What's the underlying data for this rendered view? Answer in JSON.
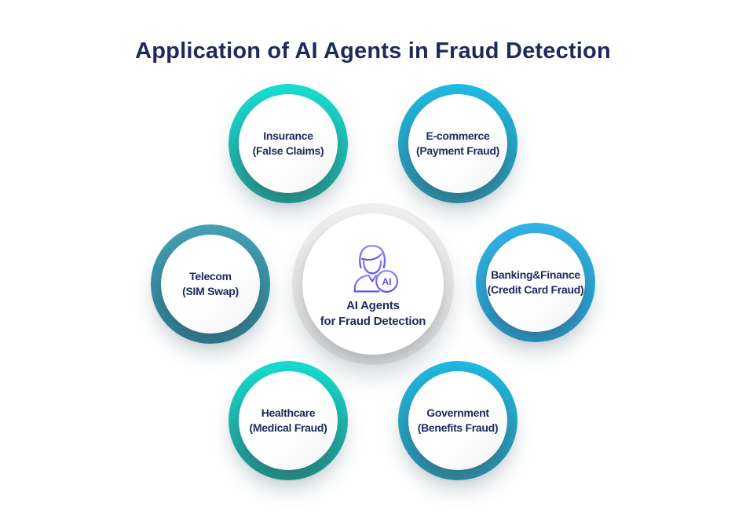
{
  "title": "Application of AI Agents in Fraud Detection",
  "center": {
    "icon": "ai-agent-person-icon",
    "badge_label": "AI",
    "label_line1": "AI Agents",
    "label_line2": "for Fraud Detection"
  },
  "nodes": [
    {
      "id": "insurance",
      "line1": "Insurance",
      "line2": "(False Claims)"
    },
    {
      "id": "ecommerce",
      "line1": "E-commerce",
      "line2": "(Payment Fraud)"
    },
    {
      "id": "telecom",
      "line1": "Telecom",
      "line2": "(SIM Swap)"
    },
    {
      "id": "banking",
      "line1": "Banking&Finance",
      "line2": "(Credit Card Fraud)"
    },
    {
      "id": "healthcare",
      "line1": "Healthcare",
      "line2": "(Medical Fraud)"
    },
    {
      "id": "government",
      "line1": "Government",
      "line2": "(Benefits Fraud)"
    }
  ],
  "colors": {
    "background": "#ffffff",
    "title_text": "#1e2a5b",
    "node_text": "#1e2a5b",
    "icon_purple_top": "#8f84f9",
    "icon_purple_bottom": "#5956f0",
    "center_ring_top": "#f0f0f0",
    "center_ring_bottom": "#d3d3d3",
    "rings": {
      "insurance": {
        "top": "#18dfd2",
        "bottom": "#1f9a92"
      },
      "ecommerce": {
        "top": "#1fbae2",
        "bottom": "#2a8ba6"
      },
      "telecom": {
        "top": "#45a0b5",
        "bottom": "#2b7a8e"
      },
      "banking": {
        "top": "#33b2e5",
        "bottom": "#2493c4"
      },
      "healthcare": {
        "top": "#18dcd0",
        "bottom": "#1d928c"
      },
      "government": {
        "top": "#1fb8e0",
        "bottom": "#2a8ca7"
      }
    }
  }
}
